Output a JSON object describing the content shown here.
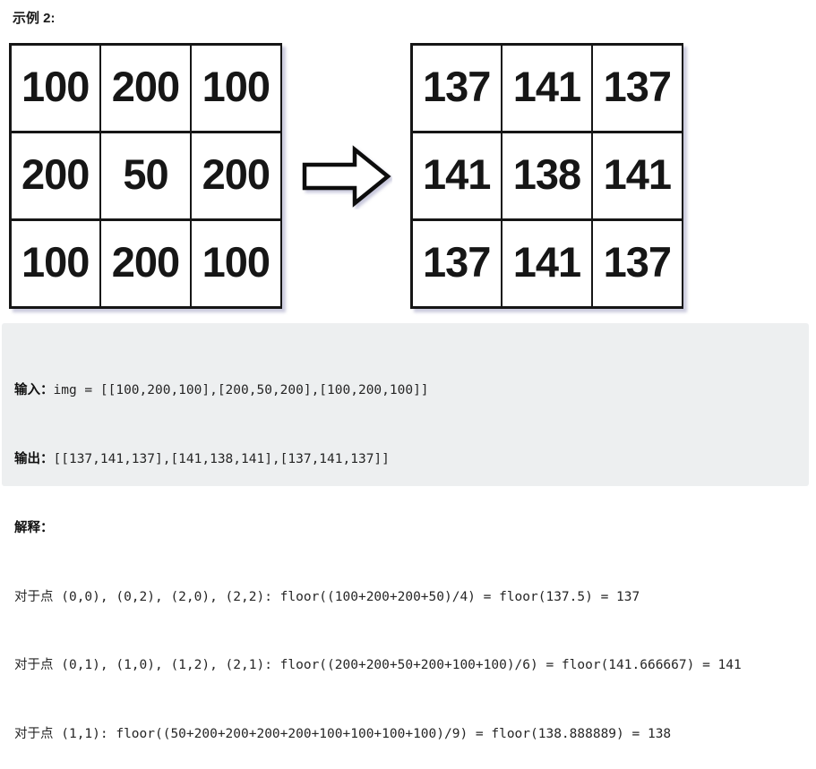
{
  "title": "示例 2:",
  "grids": {
    "input": {
      "rows": [
        [
          100,
          200,
          100
        ],
        [
          200,
          50,
          200
        ],
        [
          100,
          200,
          100
        ]
      ]
    },
    "output": {
      "rows": [
        [
          137,
          141,
          137
        ],
        [
          141,
          138,
          141
        ],
        [
          137,
          141,
          137
        ]
      ]
    }
  },
  "arrow_icon": "right-block-arrow",
  "code_block": {
    "input_label": "输入：",
    "input_value": "img = [[100,200,100],[200,50,200],[100,200,100]]",
    "output_label": "输出：",
    "output_value": "[[137,141,137],[141,138,141],[137,141,137]]",
    "explanation_label": "解释：",
    "explanation_lines": [
      "对于点 (0,0), (0,2), (2,0), (2,2): floor((100+200+200+50)/4) = floor(137.5) = 137",
      "对于点 (0,1), (1,0), (1,2), (2,1): floor((200+200+50+200+100+100)/6) = floor(141.666667) = 141",
      "对于点 (1,1): floor((50+200+200+200+200+100+100+100+100)/9) = floor(138.888889) = 138"
    ]
  },
  "colors": {
    "code_background": "#edeff0",
    "grid_border": "#161616",
    "text": "#252525"
  }
}
